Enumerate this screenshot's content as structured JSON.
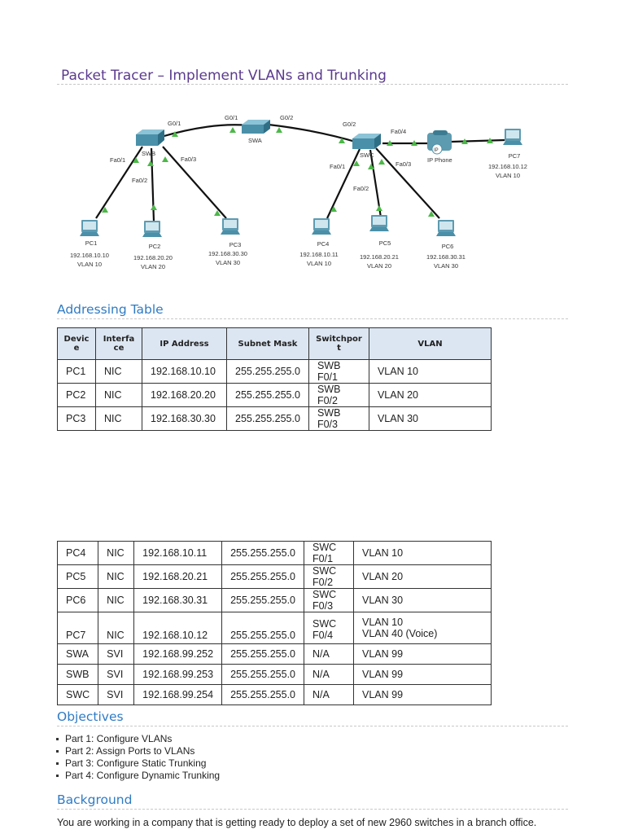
{
  "title": "Packet Tracer – Implement VLANs and Trunking",
  "diagram": {
    "swa": "SWA",
    "swb": "SWB",
    "swc": "SWC",
    "phone": "IP Phone",
    "phone_badge": "IP",
    "ports": {
      "swb_g01": "G0/1",
      "swa_g01": "G0/1",
      "swa_g02": "G0/2",
      "swc_g02": "G0/2",
      "swc_fa04": "Fa0/4",
      "swb_fa01": "Fa0/1",
      "swb_fa02": "Fa0/2",
      "swb_fa03": "Fa0/3",
      "swc_fa01": "Fa0/1",
      "swc_fa02": "Fa0/2",
      "swc_fa03": "Fa0/3"
    },
    "pcs": [
      {
        "name": "PC1",
        "ip": "192.168.10.10",
        "vlan": "VLAN 10"
      },
      {
        "name": "PC2",
        "ip": "192.168.20.20",
        "vlan": "VLAN 20"
      },
      {
        "name": "PC3",
        "ip": "192.168.30.30",
        "vlan": "VLAN 30"
      },
      {
        "name": "PC4",
        "ip": "192.168.10.11",
        "vlan": "VLAN 10"
      },
      {
        "name": "PC5",
        "ip": "192.168.20.21",
        "vlan": "VLAN 20"
      },
      {
        "name": "PC6",
        "ip": "192.168.30.31",
        "vlan": "VLAN 30"
      },
      {
        "name": "PC7",
        "ip": "192.168.10.12",
        "vlan": "VLAN 10"
      }
    ],
    "link_color": "#111111",
    "port_up_color": "#4cb848",
    "switch_color": "#4a90a8"
  },
  "addressing": {
    "heading": "Addressing Table",
    "headers": [
      "Device",
      "Interface",
      "IP Address",
      "Subnet Mask",
      "Switchport",
      "VLAN"
    ],
    "rows1": [
      [
        "PC1",
        "NIC",
        "192.168.10.10",
        "255.255.255.0",
        "SWB F0/1",
        "VLAN 10"
      ],
      [
        "PC2",
        "NIC",
        "192.168.20.20",
        "255.255.255.0",
        "SWB F0/2",
        "VLAN 20"
      ],
      [
        "PC3",
        "NIC",
        "192.168.30.30",
        "255.255.255.0",
        "SWB F0/3",
        "VLAN 30"
      ]
    ],
    "rows2": [
      [
        "PC4",
        "NIC",
        "192.168.10.11",
        "255.255.255.0",
        "SWC F0/1",
        "VLAN 10"
      ],
      [
        "PC5",
        "NIC",
        "192.168.20.21",
        "255.255.255.0",
        "SWC F0/2",
        "VLAN 20"
      ],
      [
        "PC6",
        "NIC",
        "192.168.30.31",
        "255.255.255.0",
        "SWC F0/3",
        "VLAN 30"
      ],
      [
        "PC7",
        "NIC",
        "192.168.10.12",
        "255.255.255.0",
        "SWC F0/4",
        "VLAN 10",
        "VLAN 40 (Voice)"
      ],
      [
        "SWA",
        "SVI",
        "192.168.99.252",
        "255.255.255.0",
        "N/A",
        "VLAN 99"
      ],
      [
        "SWB",
        "SVI",
        "192.168.99.253",
        "255.255.255.0",
        "N/A",
        "VLAN 99"
      ],
      [
        "SWC",
        "SVI",
        "192.168.99.254",
        "255.255.255.0",
        "N/A",
        "VLAN 99"
      ]
    ]
  },
  "objectives": {
    "heading": "Objectives",
    "items": [
      "Part 1: Configure VLANs",
      "Part 2: Assign Ports to VLANs",
      "Part 3: Configure Static Trunking",
      "Part 4: Configure Dynamic Trunking"
    ]
  },
  "background": {
    "heading": "Background",
    "text": "You are working in a company that is getting ready to deploy a set of new 2960 switches in a branch office."
  }
}
